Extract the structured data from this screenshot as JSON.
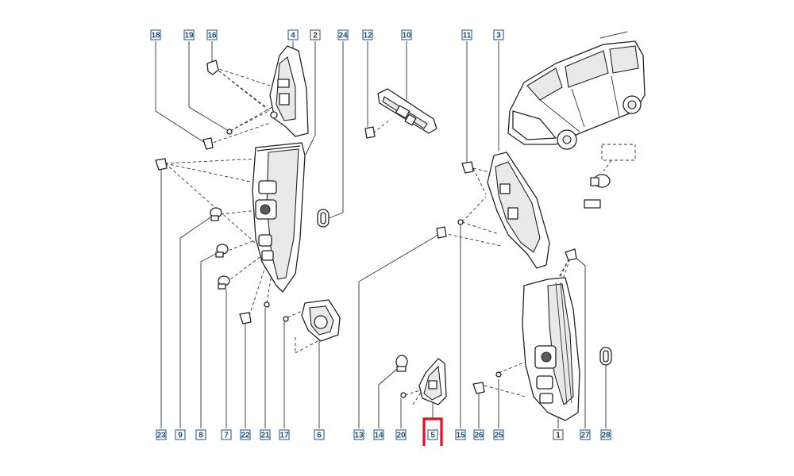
{
  "colors": {
    "label_border": "#2f5f8f",
    "label_text": "#1d4d7d",
    "label_fill": "#ffffff",
    "plain_border": "#555555",
    "plain_text": "#333333",
    "highlight": "#e01020"
  },
  "callouts": [
    {
      "id": "18",
      "style": "blue"
    },
    {
      "id": "19",
      "style": "blue"
    },
    {
      "id": "16",
      "style": "blue"
    },
    {
      "id": "4",
      "style": "blue"
    },
    {
      "id": "2",
      "style": "plain"
    },
    {
      "id": "24",
      "style": "blue"
    },
    {
      "id": "12",
      "style": "blue"
    },
    {
      "id": "10",
      "style": "blue"
    },
    {
      "id": "11",
      "style": "blue"
    },
    {
      "id": "3",
      "style": "blue"
    },
    {
      "id": "23",
      "style": "blue"
    },
    {
      "id": "9",
      "style": "blue"
    },
    {
      "id": "8",
      "style": "blue"
    },
    {
      "id": "7",
      "style": "blue"
    },
    {
      "id": "22",
      "style": "blue"
    },
    {
      "id": "21",
      "style": "blue"
    },
    {
      "id": "17",
      "style": "blue"
    },
    {
      "id": "6",
      "style": "blue"
    },
    {
      "id": "13",
      "style": "blue"
    },
    {
      "id": "14",
      "style": "blue"
    },
    {
      "id": "20",
      "style": "blue"
    },
    {
      "id": "5",
      "style": "blue",
      "highlighted": true
    },
    {
      "id": "15",
      "style": "blue"
    },
    {
      "id": "26",
      "style": "blue"
    },
    {
      "id": "25",
      "style": "blue"
    },
    {
      "id": "1",
      "style": "plain"
    },
    {
      "id": "27",
      "style": "blue"
    },
    {
      "id": "28",
      "style": "blue"
    }
  ]
}
